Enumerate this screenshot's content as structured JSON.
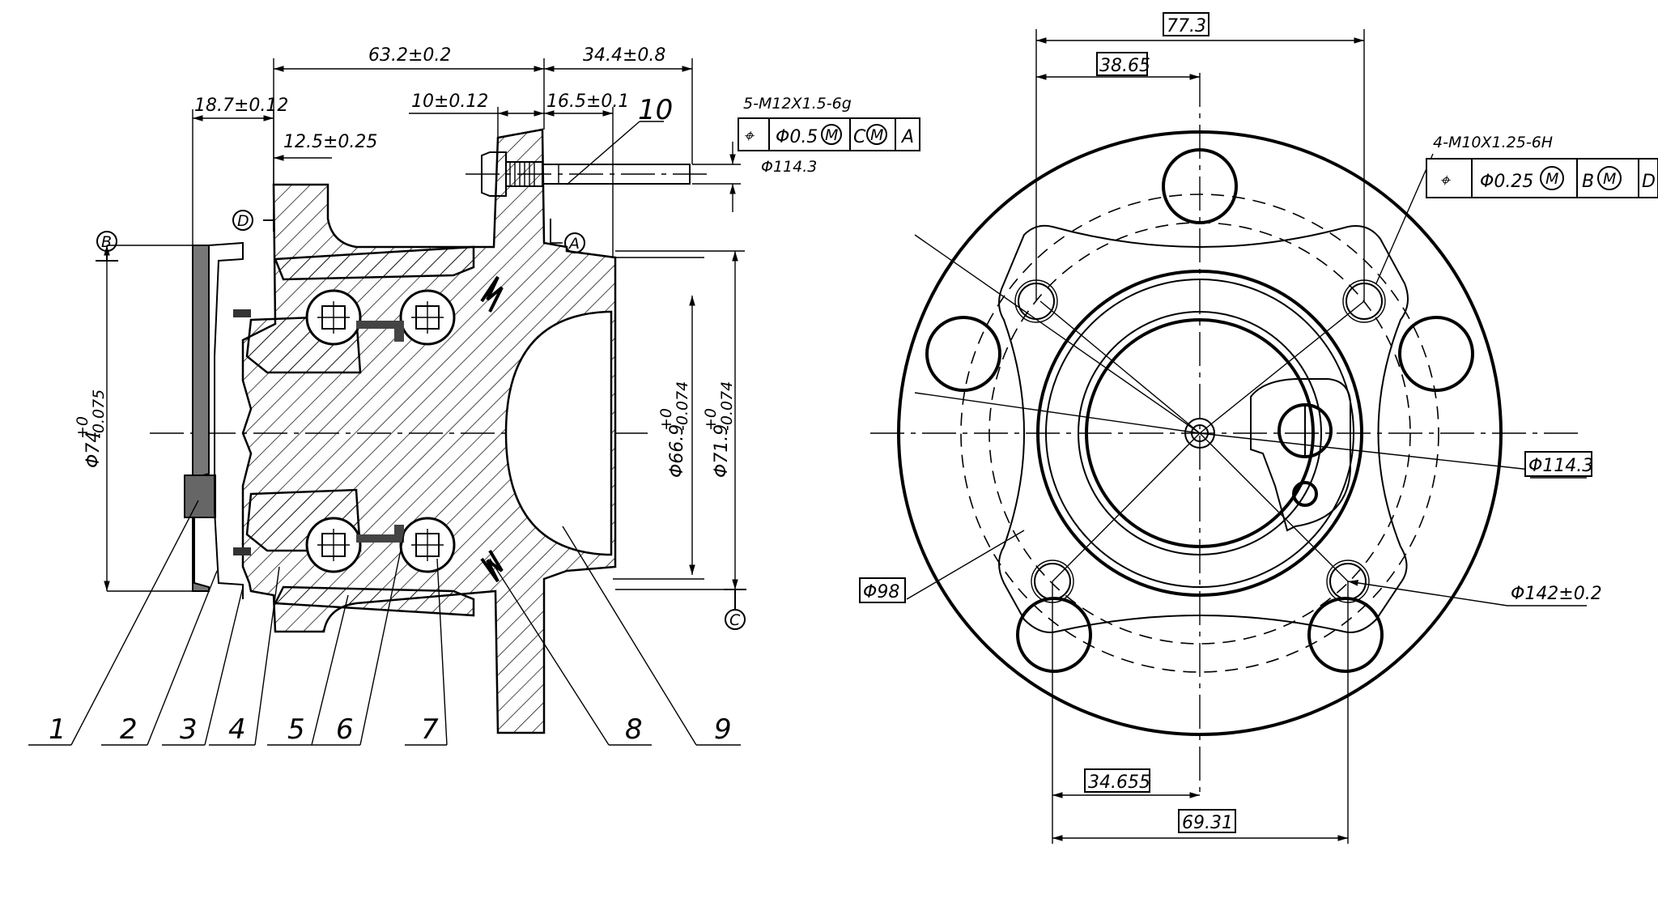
{
  "side_view": {
    "dims": {
      "d_63_2": "63.2±0.2",
      "d_34_4": "34.4±0.8",
      "d_18_7": "18.7±0.12",
      "d_12_5": "12.5±0.25",
      "d_10": "10±0.12",
      "d_16_5": "16.5±0.1",
      "d_phi74": "Φ74",
      "d_phi74_tol_up": "+0",
      "d_phi74_tol_lo": "-0.075",
      "d_phi66": "Φ66.9",
      "d_phi66_tol_up": "+0",
      "d_phi66_tol_lo": "-0.074",
      "d_phi71": "Φ71.9",
      "d_phi71_tol_up": "+0",
      "d_phi71_tol_lo": "-0.074",
      "d_phi114": "Φ114.3"
    },
    "thread": "5-M12X1.5-6g",
    "fcf": {
      "symbol": "⌖",
      "tol": "Φ0.5",
      "mod": "M",
      "ref_letter": "C",
      "ref_mod": "M",
      "datum": "A"
    },
    "datums": {
      "A": "A",
      "B": "B",
      "C": "C",
      "D": "D"
    },
    "part_labels": [
      "1",
      "2",
      "3",
      "4",
      "5",
      "6",
      "7",
      "8",
      "9",
      "10"
    ]
  },
  "front_view": {
    "dims": {
      "d_77_3": "77.3",
      "d_38_65": "38.65",
      "d_34_655": "34.655",
      "d_69_31": "69.31",
      "d_phi114": "Φ114.3",
      "d_phi98": "Φ98",
      "d_phi142": "Φ142±0.2"
    },
    "thread": "4-M10X1.25-6H",
    "fcf": {
      "symbol": "⌖",
      "tol": "Φ0.25",
      "mod": "M",
      "ref_letter": "B",
      "ref_mod": "M",
      "datum": "D"
    }
  }
}
